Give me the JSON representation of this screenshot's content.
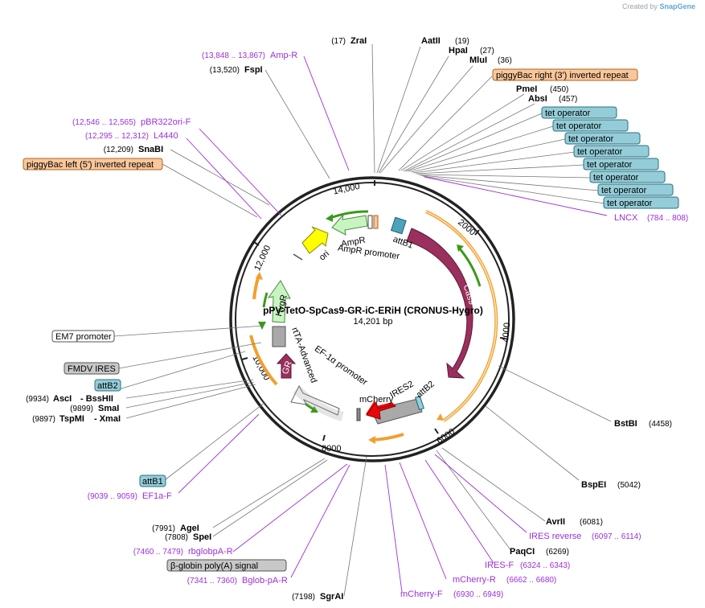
{
  "credit": {
    "prefix": "Created by",
    "brand": "SnapGene"
  },
  "plasmid": {
    "name": "pPV-TetO-SpCas9-GR-iC-ERiH (CRONUS-Hygro)",
    "length": "14,201 bp"
  },
  "ticks": [
    "2000",
    "4000",
    "6000",
    "8000",
    "10,000",
    "12,000",
    "14,000"
  ],
  "sites": [
    {
      "name": "ZraI",
      "pos": "(17)"
    },
    {
      "name": "AatII",
      "pos": "(19)"
    },
    {
      "name": "HpaI",
      "pos": "(27)"
    },
    {
      "name": "MluI",
      "pos": "(36)"
    },
    {
      "name": "PmeI",
      "pos": "(450)"
    },
    {
      "name": "AbsI",
      "pos": "(457)"
    },
    {
      "name": "BstBI",
      "pos": "(4458)"
    },
    {
      "name": "BspEI",
      "pos": "(5042)"
    },
    {
      "name": "AvrII",
      "pos": "(6081)"
    },
    {
      "name": "PaqCI",
      "pos": "(6269)"
    },
    {
      "name": "SgrAI",
      "pos": "(7198)"
    },
    {
      "name": "SpeI",
      "pos": "(7808)"
    },
    {
      "name": "AgeI",
      "pos": "(7991)"
    },
    {
      "name": "TspMI",
      "pos": "(9897)"
    },
    {
      "name": "- XmaI",
      "pos": ""
    },
    {
      "name": "SmaI",
      "pos": "(9899)"
    },
    {
      "name": "AscI",
      "pos": "(9934)"
    },
    {
      "name": "- BssHII",
      "pos": ""
    },
    {
      "name": "SnaBI",
      "pos": "(12,209)"
    },
    {
      "name": "FspI",
      "pos": "(13,520)"
    }
  ],
  "primers": [
    {
      "name": "Amp-R",
      "pos": "(13,848 .. 13,867)"
    },
    {
      "name": "pBR322ori-F",
      "pos": "(12,546 .. 12,565)"
    },
    {
      "name": "L4440",
      "pos": "(12,295 .. 12,312)"
    },
    {
      "name": "LNCX",
      "pos": "(784 .. 808)"
    },
    {
      "name": "IRES reverse",
      "pos": "(6097 .. 6114)"
    },
    {
      "name": "IRES-F",
      "pos": "(6324 .. 6343)"
    },
    {
      "name": "mCherry-R",
      "pos": "(6662 .. 6680)"
    },
    {
      "name": "mCherry-F",
      "pos": "(6930 .. 6949)"
    },
    {
      "name": "Bglob-pA-R",
      "pos": "(7341 .. 7360)"
    },
    {
      "name": "rbglobpA-R",
      "pos": "(7460 .. 7479)"
    },
    {
      "name": "EF1a-F",
      "pos": "(9039 .. 9059)"
    }
  ],
  "boxes": [
    {
      "name": "piggyBac right (3') inverted repeat",
      "color": "#f9c79a"
    },
    {
      "name": "tet operator",
      "color": "#94cdd8"
    },
    {
      "name": "tet operator",
      "color": "#94cdd8"
    },
    {
      "name": "tet operator",
      "color": "#94cdd8"
    },
    {
      "name": "tet operator",
      "color": "#94cdd8"
    },
    {
      "name": "tet operator",
      "color": "#94cdd8"
    },
    {
      "name": "tet operator",
      "color": "#94cdd8"
    },
    {
      "name": "tet operator",
      "color": "#94cdd8"
    },
    {
      "name": "tet operator",
      "color": "#94cdd8"
    },
    {
      "name": "piggyBac left (5') inverted repeat",
      "color": "#f9c79a"
    },
    {
      "name": "EM7 promoter",
      "color": "#ffffff"
    },
    {
      "name": "FMDV IRES",
      "color": "#c8c8c8"
    },
    {
      "name": "attB2",
      "color": "#94cdd8"
    },
    {
      "name": "attB1",
      "color": "#94cdd8"
    },
    {
      "name": "β-globin poly(A) signal",
      "color": "#c8c8c8"
    }
  ],
  "features": {
    "cas9": "Cas9",
    "attB1": "attB1",
    "ampr": "AmpR",
    "ampr_promoter": "AmpR promoter",
    "ori": "ori",
    "hygr": "HygR",
    "rtta": "rtTA-Advanced",
    "ef1a": "EF-1α promoter",
    "gr": "GR",
    "ires2": "IRES2",
    "attB2": "attB2",
    "mcherry": "mCherry"
  },
  "colors": {
    "cas9": "#9b2f5e",
    "gr": "#9b2f5e",
    "mcherry": "#e8080a",
    "ori": "#ffff00",
    "orange": "#f0a030",
    "green": "#3a9a18",
    "primer": "#9b30d9"
  }
}
